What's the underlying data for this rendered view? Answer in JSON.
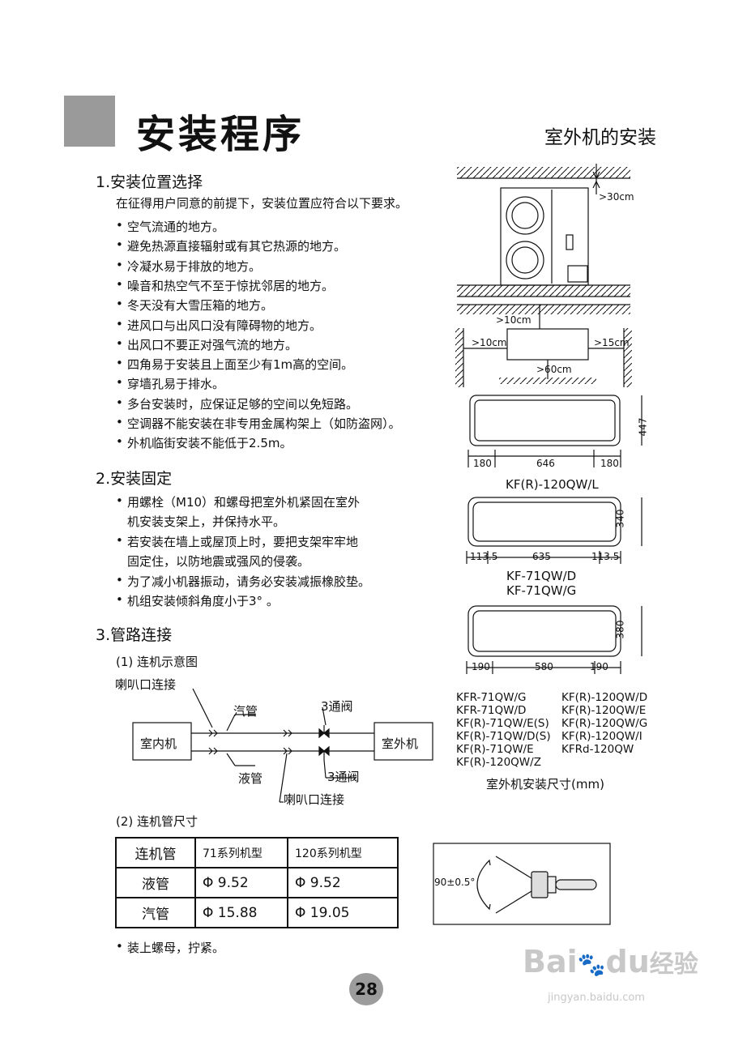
{
  "header": {
    "title": "安装程序",
    "subtitle": "室外机的安装"
  },
  "section1": {
    "heading": "1.安装位置选择",
    "intro": "在征得用户同意的前提下，安装位置应符合以下要求。",
    "items": [
      "空气流通的地方。",
      "避免热源直接辐射或有其它热源的地方。",
      "冷凝水易于排放的地方。",
      "噪音和热空气不至于惊扰邻居的地方。",
      "冬天没有大雪压箱的地方。",
      "进风口与出风口没有障碍物的地方。",
      "出风口不要正对强气流的地方。",
      "四角易于安装且上面至少有1m高的空间。",
      "穿墙孔易于排水。",
      "多台安装时，应保证足够的空间以免短路。",
      "空调器不能安装在非专用金属构架上（如防盗网）。",
      "外机临街安装不能低于2.5m。"
    ]
  },
  "section2": {
    "heading": "2.安装固定",
    "items": [
      [
        "用螺栓（M10）和螺母把室外机紧固在室外",
        "机安装支架上，并保持水平。"
      ],
      [
        "若安装在墙上或屋顶上时，要把支架牢牢地",
        "固定住，以防地震或强风的侵袭。"
      ],
      [
        "为了减小机器振动，请务必安装减振橡胶垫。"
      ],
      [
        "机组安装倾斜角度小于3°    。"
      ]
    ]
  },
  "section3": {
    "heading": "3.管路连接",
    "sub1": "(1) 连机示意图",
    "sub2": "(2) 连机管尺寸",
    "diagram": {
      "flare_top": "喇叭口连接",
      "gas_pipe": "汽管",
      "valve_top": "3通阀",
      "indoor": "室内机",
      "outdoor": "室外机",
      "liquid_pipe": "液管",
      "valve_bottom": "3通阀",
      "flare_bottom": "喇叭口连接"
    },
    "table": {
      "headers": [
        "连机管",
        "71系列机型",
        "120系列机型"
      ],
      "rows": [
        [
          "液管",
          "9.52",
          "9.52"
        ],
        [
          "汽管",
          "15.88",
          "19.05"
        ]
      ],
      "phi": "Φ"
    },
    "note": "装上螺母，拧紧。"
  },
  "right_figs": {
    "clearance": {
      "top": ">30cm",
      "front_top": ">10cm",
      "left": ">10cm",
      "right": ">15cm",
      "front": ">60cm"
    },
    "fig1": {
      "d1": "180",
      "d2": "646",
      "d3": "180",
      "h": "447",
      "caption": "KF(R)-120QW/L"
    },
    "fig2": {
      "d1": "113.5",
      "d2": "635",
      "d3": "113.5",
      "h": "340",
      "caption1": "KF-71QW/D",
      "caption2": "KF-71QW/G"
    },
    "fig3": {
      "d1": "190",
      "d2": "580",
      "d3": "190",
      "h": "380"
    },
    "models_left": [
      "KFR-71QW/G",
      "KFR-71QW/D",
      "KF(R)-71QW/E(S)",
      "KF(R)-71QW/D(S)",
      "KF(R)-71QW/E",
      "KF(R)-120QW/Z"
    ],
    "models_right": [
      "KF(R)-120QW/D",
      "KF(R)-120QW/E",
      "KF(R)-120QW/G",
      "KF(R)-120QW/I",
      "KFRd-120QW"
    ],
    "dim_caption": "室外机安装尺寸(mm)",
    "angle": "90±0.5°"
  },
  "footer": {
    "page": "28",
    "wm_brand_a": "Bai",
    "wm_brand_b": "du",
    "wm_brand_c": "经验",
    "wm_url": "jingyan.baidu.com"
  }
}
